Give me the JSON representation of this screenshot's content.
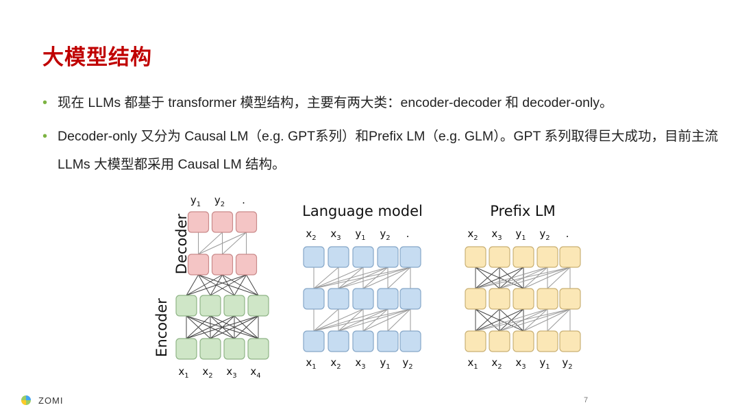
{
  "slide": {
    "title": "大模型结构",
    "bullets": [
      "现在 LLMs 都基于 transformer 模型结构，主要有两大类：encoder-decoder 和 decoder-only。",
      "Decoder-only 又分为 Causal LM（e.g. GPT系列）和Prefix LM（e.g. GLM）。GPT 系列取得巨大成功，目前主流 LLMs 大模型都采用 Causal LM 结构。"
    ]
  },
  "figure": {
    "encoder_decoder": {
      "decoder_label": "Decoder",
      "encoder_label": "Encoder",
      "output_tokens": [
        "y1",
        "y2",
        "."
      ],
      "input_tokens": [
        "x1",
        "x2",
        "x3",
        "x4"
      ]
    },
    "language_model": {
      "title": "Language model",
      "output_tokens": [
        "x2",
        "x3",
        "y1",
        "y2",
        "."
      ],
      "input_tokens": [
        "x1",
        "x2",
        "x3",
        "y1",
        "y2"
      ]
    },
    "prefix_lm": {
      "title": "Prefix LM",
      "output_tokens": [
        "x2",
        "x3",
        "y1",
        "y2",
        "."
      ],
      "input_tokens": [
        "x1",
        "x2",
        "x3",
        "y1",
        "y2"
      ]
    },
    "colors": {
      "decoder_fill": "#f4c5c5",
      "decoder_stroke": "#c98a8a",
      "encoder_fill": "#cfe6c7",
      "encoder_stroke": "#8fb486",
      "lm_fill": "#c6dcf1",
      "lm_stroke": "#86a7c8",
      "prefix_fill": "#fbe7b6",
      "prefix_stroke": "#c9b074",
      "connection": "#9a9a9a",
      "dense_connection": "#444444"
    }
  },
  "footer": {
    "brand": "ZOMI",
    "page_number": "7"
  }
}
